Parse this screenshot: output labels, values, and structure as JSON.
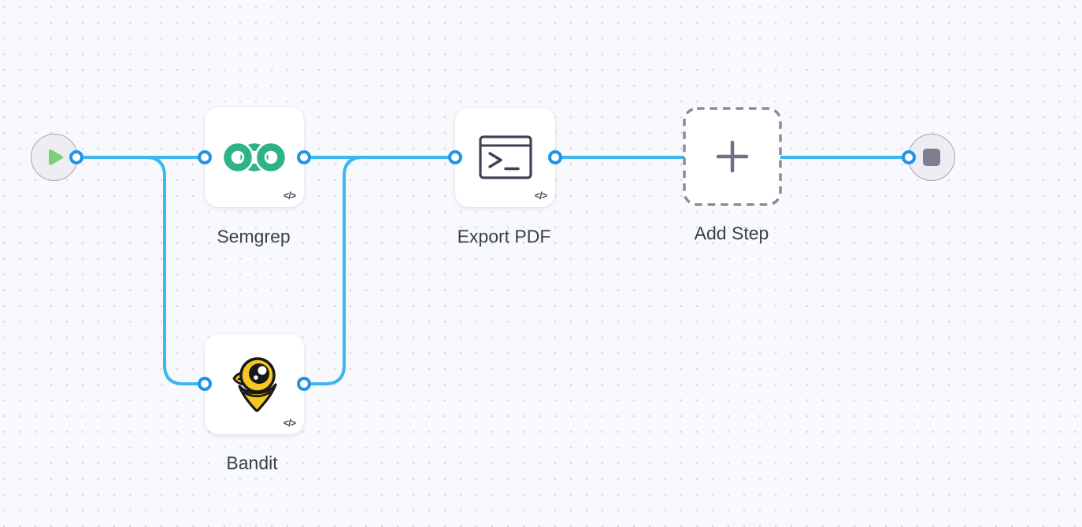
{
  "app": {
    "view": "workflow-canvas"
  },
  "palette": {
    "background": "#f8f9fc",
    "grid_dot": "#d8dae3",
    "wire_blue": "#3eb7ee",
    "port_ring_blue": "#1f95e7",
    "card_background": "#ffffff",
    "label_text": "#3a3f4c",
    "terminal_node_fill": "#ededf3",
    "terminal_node_border": "#a6a7b8",
    "play_green": "#7bd07a",
    "stop_gray": "#7e7e91",
    "semgrep_green": "#2eb287",
    "bandit_yellow": "#f4c81e",
    "bandit_outline": "#191919",
    "terminal_icon_stroke": "#3e4254",
    "dashed_border_gray": "#8a8a9c",
    "plus_icon_gray": "#717184"
  },
  "nodes": {
    "start": {
      "icon": "play-icon"
    },
    "semgrep": {
      "label": "Semgrep",
      "icon": "semgrep-logo",
      "badge": "</>"
    },
    "bandit": {
      "label": "Bandit",
      "icon": "bandit-logo",
      "badge": "</>"
    },
    "export_pdf": {
      "label": "Export PDF",
      "icon": "terminal-icon",
      "badge": "</>"
    },
    "add_step": {
      "label": "Add Step",
      "icon": "plus-icon"
    },
    "end": {
      "icon": "stop-icon"
    }
  }
}
